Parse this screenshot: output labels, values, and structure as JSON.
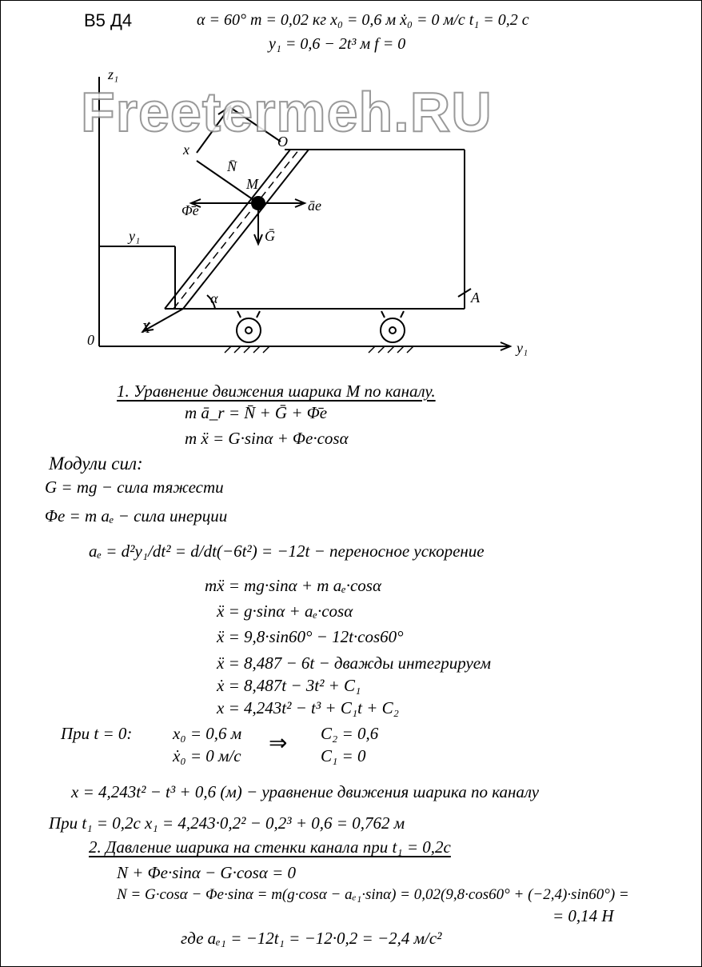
{
  "header": {
    "variant": "В5 Д4",
    "params_line1": "α = 60°   m = 0,02 кг   x₀ = 0,6 м   ẋ₀ = 0 м/с   t₁ = 0,2 с",
    "params_line2": "y₁ = 0,6 − 2t³ м      f = 0"
  },
  "watermark": "Freetermeh.RU",
  "diagram": {
    "z_axis": "z₁",
    "y_axis": "y₁",
    "origin": "0",
    "point_O": "O",
    "point_A": "A",
    "point_M": "M",
    "x_label": "x",
    "X_axis": "X",
    "N": "N̄",
    "Phi_e": "Φ̄e",
    "a_e": "āe",
    "G": "Ḡ",
    "alpha": "α",
    "y1_dim": "y₁"
  },
  "lines": [
    "1. Уравнение движения шарика M по каналу.",
    "m ā_r = N̄ + Ḡ + Φ̄e",
    "m ẍ = G·sinα + Φe·cosα",
    "Модули сил:",
    "G = mg − сила тяжести",
    "Φe = m aₑ − сила инерции",
    "aₑ = d²y₁/dt² = d/dt(−6t²) = −12t  − переносное ускорение",
    "mẍ = mg·sinα + m aₑ·cosα",
    "ẍ = g·sinα + aₑ·cosα",
    "ẍ = 9,8·sin60° − 12t·cos60°",
    "ẍ = 8,487 − 6t    − дважды интегрируем",
    "ẋ = 8,487t − 3t² + C₁",
    "x = 4,243t² − t³ + C₁t + C₂",
    "При  t = 0:",
    "x₀ = 0,6 м",
    "ẋ₀ = 0 м/с",
    "⇒",
    "C₂ = 0,6",
    "C₁ = 0",
    "x = 4,243t² − t³ + 0,6 (м) − уравнение движения шарика по каналу",
    "При  t₁ = 0,2с     x₁ = 4,243·0,2² − 0,2³ + 0,6 = 0,762 м",
    "2. Давление шарика на стенки канала при t₁ = 0,2с",
    "N + Φe·sinα − G·cosα = 0",
    "N = G·cosα − Φe·sinα = m(g·cosα − aₑ₁·sinα) = 0,02(9,8·cos60° + (−2,4)·sin60°) =",
    "= 0,14 H",
    "где  aₑ₁ = −12t₁ = −12·0,2 = −2,4 м/с²"
  ]
}
